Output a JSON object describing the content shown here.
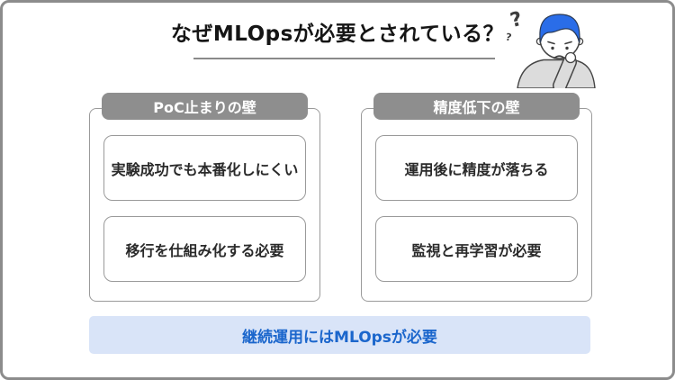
{
  "title": "なぜMLOpsが必要とされている？",
  "columns": [
    {
      "header": "PoC止まりの壁",
      "items": [
        "実験成功でも本番化しにくい",
        "移行を仕組み化する必要"
      ]
    },
    {
      "header": "精度低下の壁",
      "items": [
        "運用後に精度が落ちる",
        "監視と再学習が必要"
      ]
    }
  ],
  "banner": {
    "label": "継続運用にはMLOpsが必要"
  },
  "illustration": {
    "description": "worried person thinking with hand on chin",
    "question_mark_large": "?",
    "question_mark_small": "?"
  },
  "colors": {
    "frame_border": "#8c8c8c",
    "header_pill": "#8e8e8e",
    "box_border": "#9a9a9a",
    "banner_bg": "#d9e4f8",
    "banner_text": "#1b66cc",
    "hair_blue": "#2a6de8",
    "shirt_gray": "#dcdcdc"
  }
}
